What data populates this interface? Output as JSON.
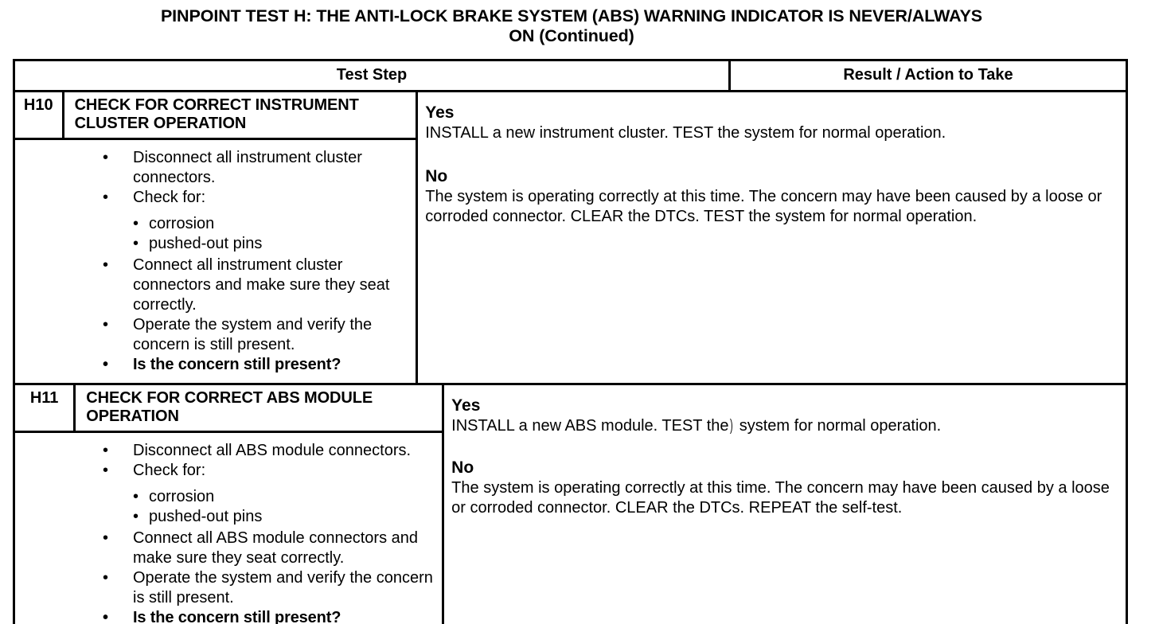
{
  "document": {
    "title_line1": "PINPOINT TEST  H: THE ANTI-LOCK BRAKE SYSTEM (ABS) WARNING INDICATOR IS NEVER/ALWAYS",
    "title_line2": "ON (Continued)"
  },
  "table": {
    "headers": {
      "test_step": "Test Step",
      "result_action": "Result / Action to Take"
    },
    "bullet_glyph": "•",
    "steps": [
      {
        "id": "H10",
        "title": "CHECK FOR CORRECT INSTRUMENT CLUSTER OPERATION",
        "items": [
          "Disconnect all instrument cluster connectors.",
          "Check for:"
        ],
        "subitems": [
          "corrosion",
          "pushed-out pins"
        ],
        "items2": [
          "Connect all instrument cluster connectors and make sure they seat correctly.",
          "Operate the system and verify the concern is still present."
        ],
        "question": "Is the concern still present?",
        "result": {
          "yes_label": "Yes",
          "yes_text": "INSTALL a new instrument cluster. TEST the system for normal operation.",
          "no_label": "No",
          "no_text": "The system is operating correctly at this time. The concern may have been caused by a loose or corroded connector. CLEAR the DTCs. TEST the system for normal operation."
        }
      },
      {
        "id": "H11",
        "title": "CHECK FOR CORRECT ABS MODULE OPERATION",
        "items": [
          "Disconnect all ABS module connectors.",
          "Check for:"
        ],
        "subitems": [
          "corrosion",
          "pushed-out pins"
        ],
        "items2": [
          "Connect all ABS module connectors and make sure they seat correctly.",
          "Operate the system and verify the concern is still present."
        ],
        "question": "Is the concern still present?",
        "result": {
          "yes_label": "Yes",
          "yes_text_a": "INSTALL a new ABS module. TEST the",
          "yes_artifact": ")",
          "yes_text_b": "system for normal operation.",
          "no_label": "No",
          "no_text": "The system is operating correctly at this time. The concern may have been caused by a loose or corroded connector. CLEAR the DTCs. REPEAT the self-test."
        }
      }
    ]
  },
  "colors": {
    "ink": "#000000",
    "paper": "#ffffff"
  }
}
